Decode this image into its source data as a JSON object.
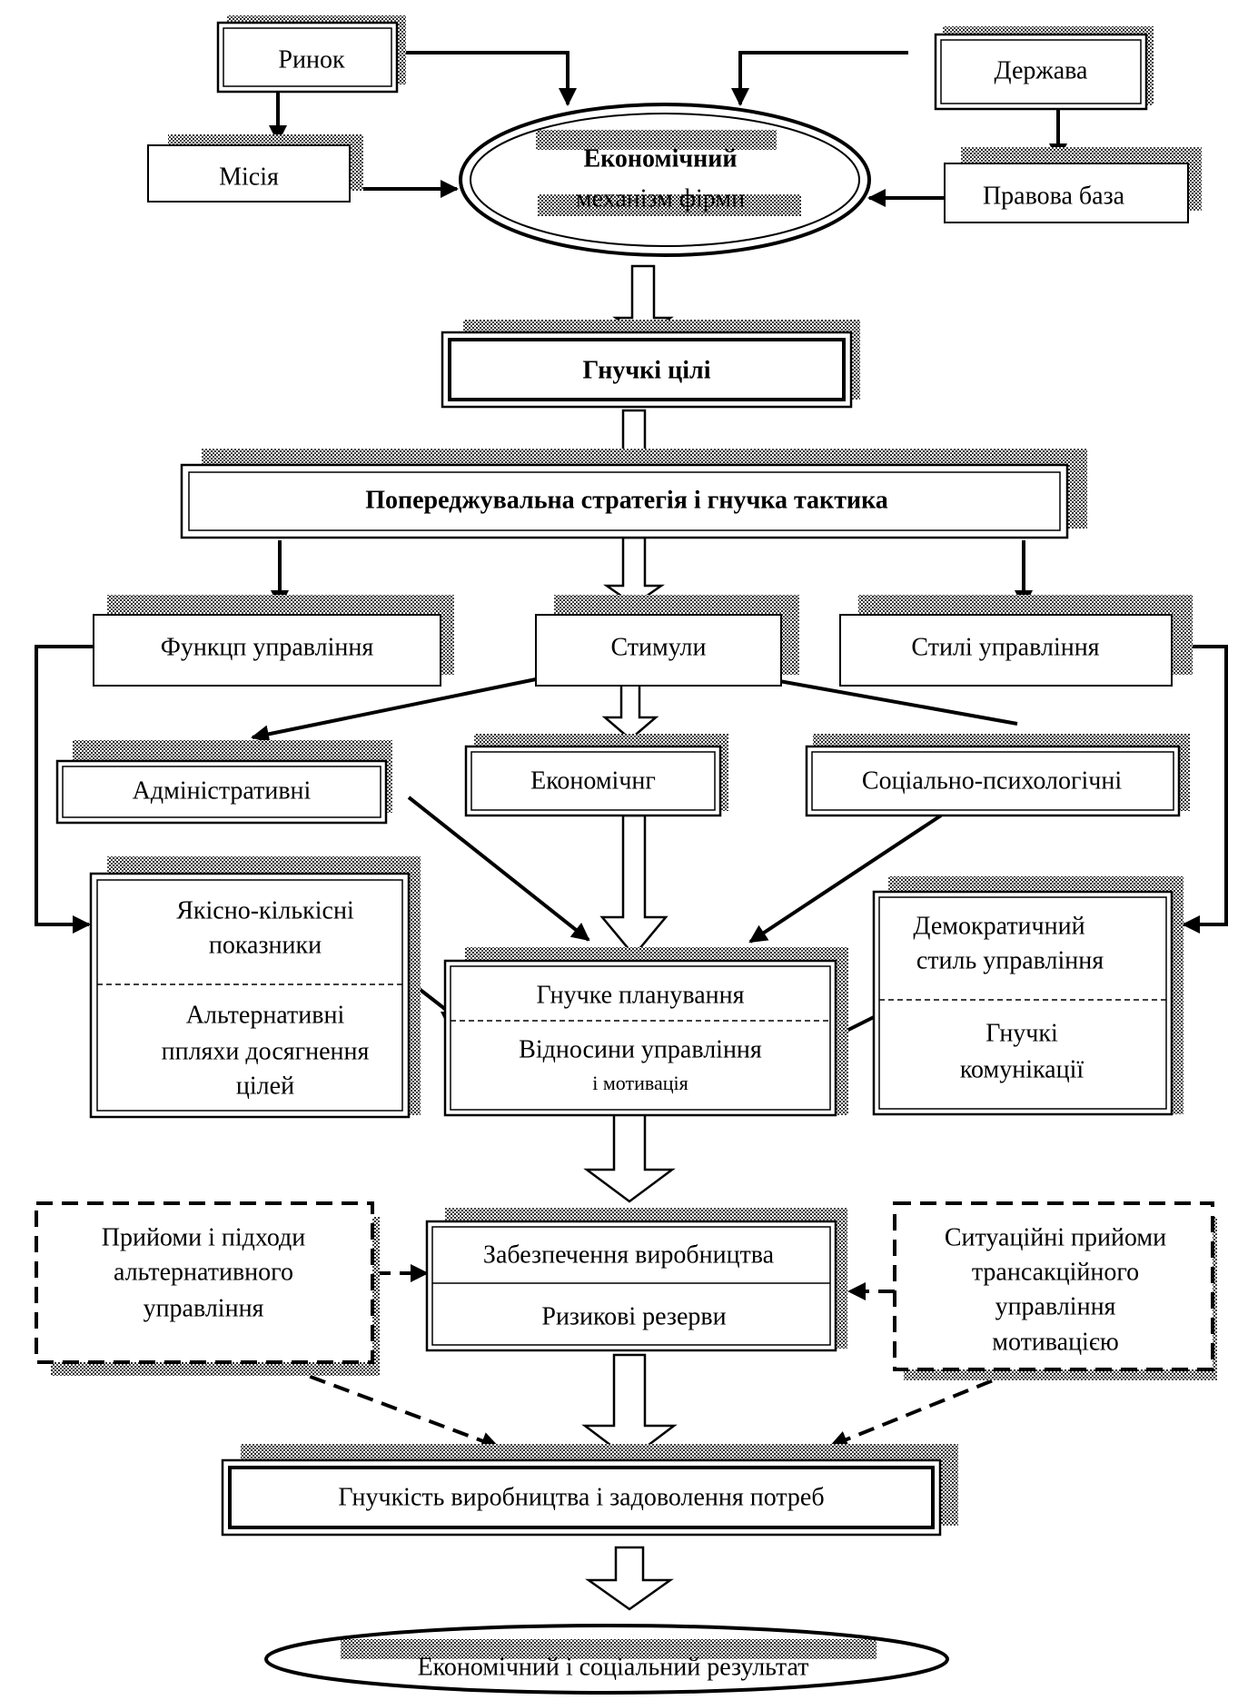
{
  "colors": {
    "ink": "#000000",
    "paper": "#ffffff",
    "shadow": "#3a3a3a"
  },
  "nodes": {
    "market": "Ринок",
    "state": "Держава",
    "mission": "Місія",
    "legal_base": "Правова база",
    "economic_mechanism": {
      "line1": "Економічний",
      "line2": "механізм фірми"
    },
    "flexible_goals": "Гнучкі цілі",
    "strategy": "Попереджувальна стратегія і гнучка тактика",
    "management_functions": "Функцп управління",
    "stimuli": "Стимули",
    "management_styles": "Стилі управління",
    "administrative": "Адміністративні",
    "economic": "Економічнг",
    "social_psychological": "Соціально-психологічні",
    "quality_indicators": {
      "top1": "Якісно-кількісні",
      "top2": "показники",
      "bottom1": "Альтернативні",
      "bottom2": "ппляхи досягнення",
      "bottom3": "цілей"
    },
    "flexible_planning": {
      "top": "Гнучке планування",
      "bottom1": "Відносини управління",
      "bottom2": "і мотивація"
    },
    "democratic_style": {
      "top1": "Демократичний",
      "top2": "стиль управління",
      "bottom1": "Гнучкі",
      "bottom2": "комунікації"
    },
    "alternative_methods": {
      "line1": "Прийоми і підходи",
      "line2": "альтернативного",
      "line3": "управління"
    },
    "production_support": {
      "top": "Забезпечення виробництва",
      "bottom": "Ризикові резерви"
    },
    "situational_methods": {
      "line1": "Ситуаційні прийоми",
      "line2": "трансакційного",
      "line3": "управління",
      "line4": "мотивацією"
    },
    "flexibility": "Гнучкість виробництва і задоволення потреб",
    "result": "Економічний і соціальний результат"
  }
}
